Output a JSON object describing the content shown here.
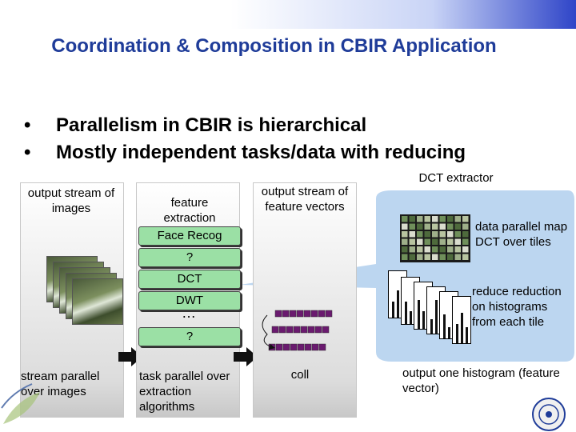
{
  "title": "Coordination & Composition in CBIR Application",
  "bullets": [
    "Parallelism in CBIR is hierarchical",
    "Mostly independent tasks/data with reducing"
  ],
  "bullet_symbol": "•",
  "pipeline": {
    "col1_label": "output stream of images",
    "col1_bottom": "stream parallel over images",
    "col2_label": "feature extraction",
    "col2_items": [
      "Face Recog",
      "?",
      "DCT",
      "DWT",
      "?"
    ],
    "col2_ellipsis": "…",
    "col2_bottom": "task parallel over extraction algorithms",
    "col3_label": "output stream of feature vectors",
    "col3_bottom": "coll"
  },
  "callout": {
    "title": "DCT extractor",
    "step1": "data parallel map DCT over tiles",
    "step2": "reduce reduction on histograms from each tile",
    "step3": "output one histogram (feature vector)"
  },
  "colors": {
    "title": "#1f3c99",
    "green_box": "#9be0a5",
    "callout_bg": "#bcd6f0",
    "feature_bar": "#6a1a6f"
  }
}
